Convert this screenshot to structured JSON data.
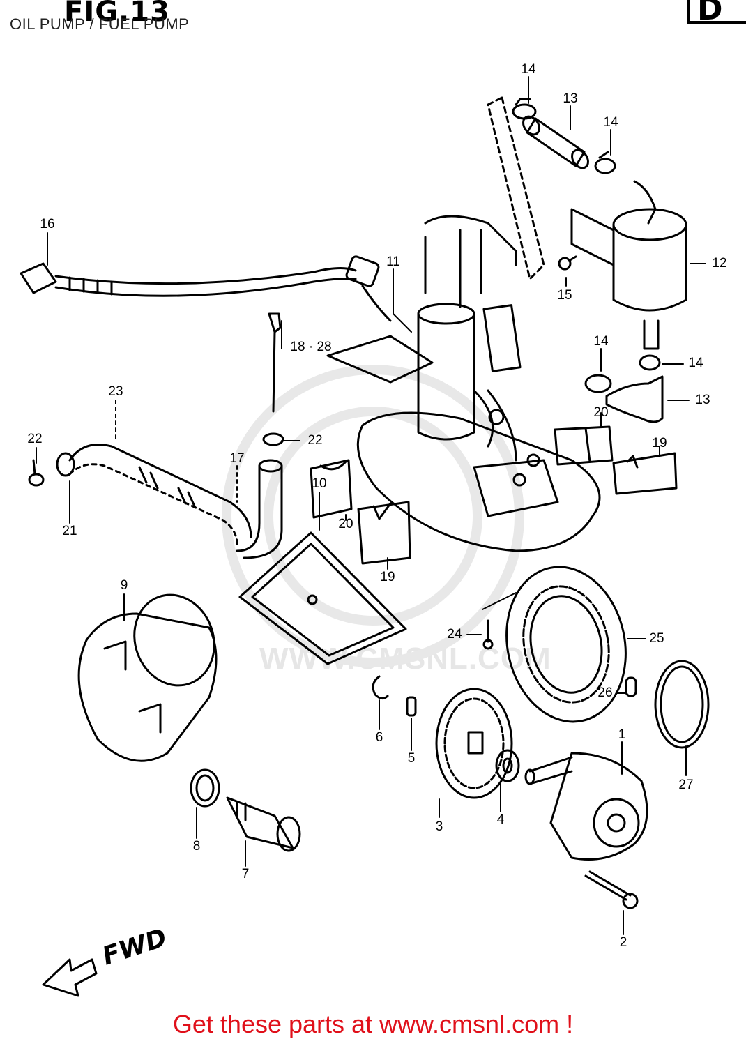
{
  "header": {
    "figure": "FIG.13",
    "subtitle": "OIL PUMP / FUEL PUMP",
    "corner_mark": "D"
  },
  "watermark": "WWW.CMSNL.COM",
  "fwd_label": "FWD",
  "footer": {
    "text": "Get these parts at www.cmsnl.com !",
    "color": "#e0101a"
  },
  "callouts": [
    {
      "id": "14a",
      "label": "14"
    },
    {
      "id": "13a",
      "label": "13"
    },
    {
      "id": "14b",
      "label": "14"
    },
    {
      "id": "12",
      "label": "12"
    },
    {
      "id": "15",
      "label": "15"
    },
    {
      "id": "16",
      "label": "16"
    },
    {
      "id": "11",
      "label": "11"
    },
    {
      "id": "18",
      "label": "18 · 28"
    },
    {
      "id": "14c",
      "label": "14"
    },
    {
      "id": "14d",
      "label": "14"
    },
    {
      "id": "13b",
      "label": "13"
    },
    {
      "id": "23",
      "label": "23"
    },
    {
      "id": "22a",
      "label": "22"
    },
    {
      "id": "22b",
      "label": "22"
    },
    {
      "id": "17",
      "label": "17"
    },
    {
      "id": "20a",
      "label": "20"
    },
    {
      "id": "19a",
      "label": "19"
    },
    {
      "id": "21",
      "label": "21"
    },
    {
      "id": "10",
      "label": "10"
    },
    {
      "id": "20b",
      "label": "20"
    },
    {
      "id": "19b",
      "label": "19"
    },
    {
      "id": "9",
      "label": "9"
    },
    {
      "id": "24",
      "label": "24"
    },
    {
      "id": "25",
      "label": "25"
    },
    {
      "id": "26",
      "label": "26"
    },
    {
      "id": "6",
      "label": "6"
    },
    {
      "id": "5",
      "label": "5"
    },
    {
      "id": "1",
      "label": "1"
    },
    {
      "id": "27",
      "label": "27"
    },
    {
      "id": "3",
      "label": "3"
    },
    {
      "id": "4",
      "label": "4"
    },
    {
      "id": "8",
      "label": "8"
    },
    {
      "id": "7",
      "label": "7"
    },
    {
      "id": "2",
      "label": "2"
    }
  ]
}
